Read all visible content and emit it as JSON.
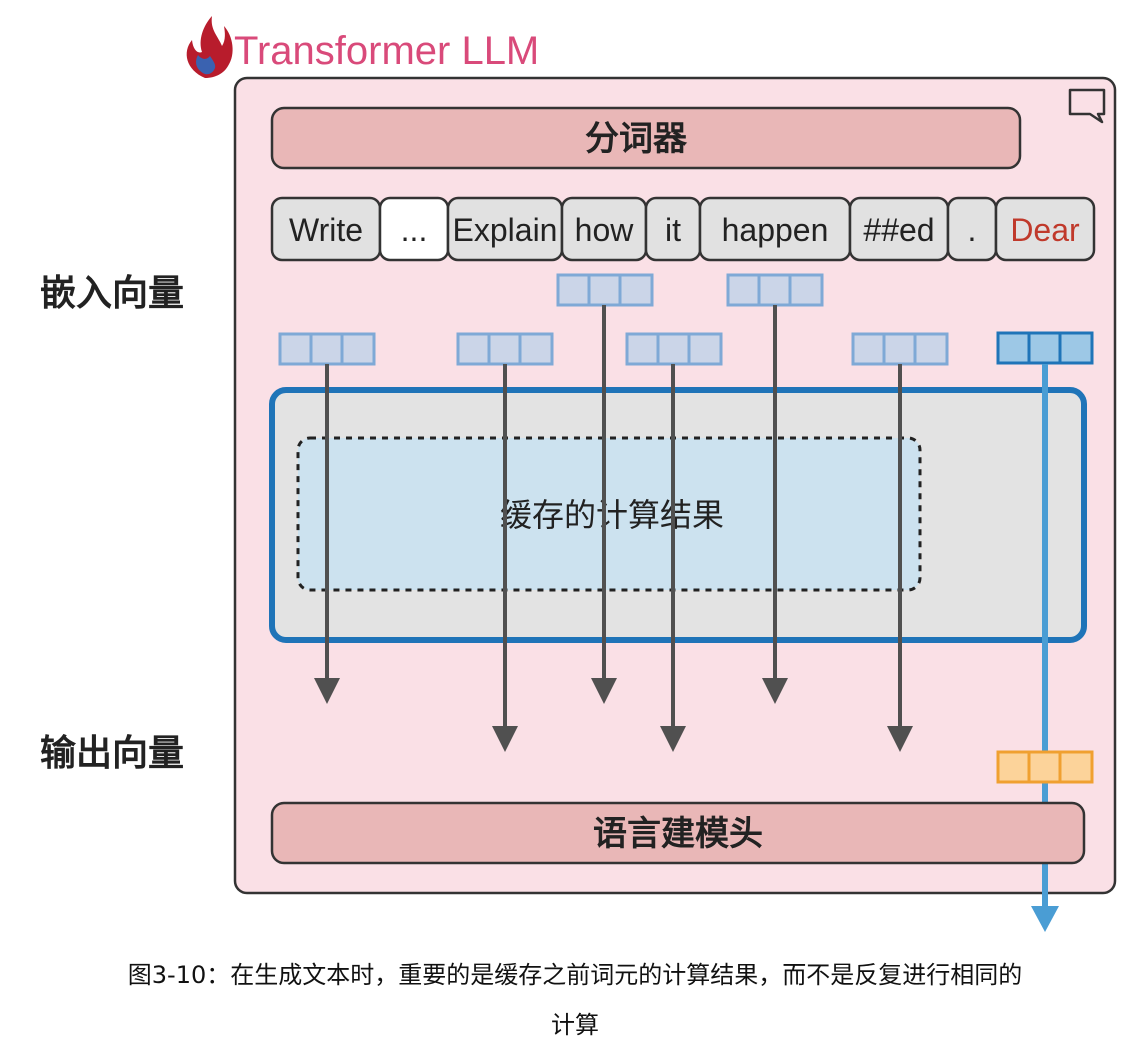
{
  "header": {
    "title": "Transformer LLM"
  },
  "tokenizer": {
    "label": "分词器"
  },
  "tokens": [
    {
      "text": "Write"
    },
    {
      "text": "..."
    },
    {
      "text": "Explain"
    },
    {
      "text": "how"
    },
    {
      "text": "it"
    },
    {
      "text": "happen"
    },
    {
      "text": "##ed"
    },
    {
      "text": "."
    },
    {
      "text": "Dear"
    }
  ],
  "labels": {
    "embeddings": "嵌入向量",
    "outputs": "输出向量"
  },
  "cache": {
    "label": "缓存的计算结果"
  },
  "lm_head": {
    "label": "语言建模头"
  },
  "caption": {
    "line1": "图3-10：在生成文本时，重要的是缓存之前词元的计算结果，而不是反复进行相同的",
    "line2": "计算"
  },
  "colors": {
    "frame_fill": "#fae0e6",
    "bar_fill": "#e9b7b7",
    "token_fill": "#e1e1e1",
    "new_token_text": "#c0392b",
    "title": "#d94a7a",
    "block_border": "#1f74b8",
    "cache_fill": "#cce2ef",
    "vec_light": "#cbd5e8",
    "vec_new": "#9dc8e6",
    "out_vec": "#fcd39a",
    "out_vec_border": "#f0a030",
    "arrow": "#505050",
    "new_arrow": "#4a9dd4"
  }
}
